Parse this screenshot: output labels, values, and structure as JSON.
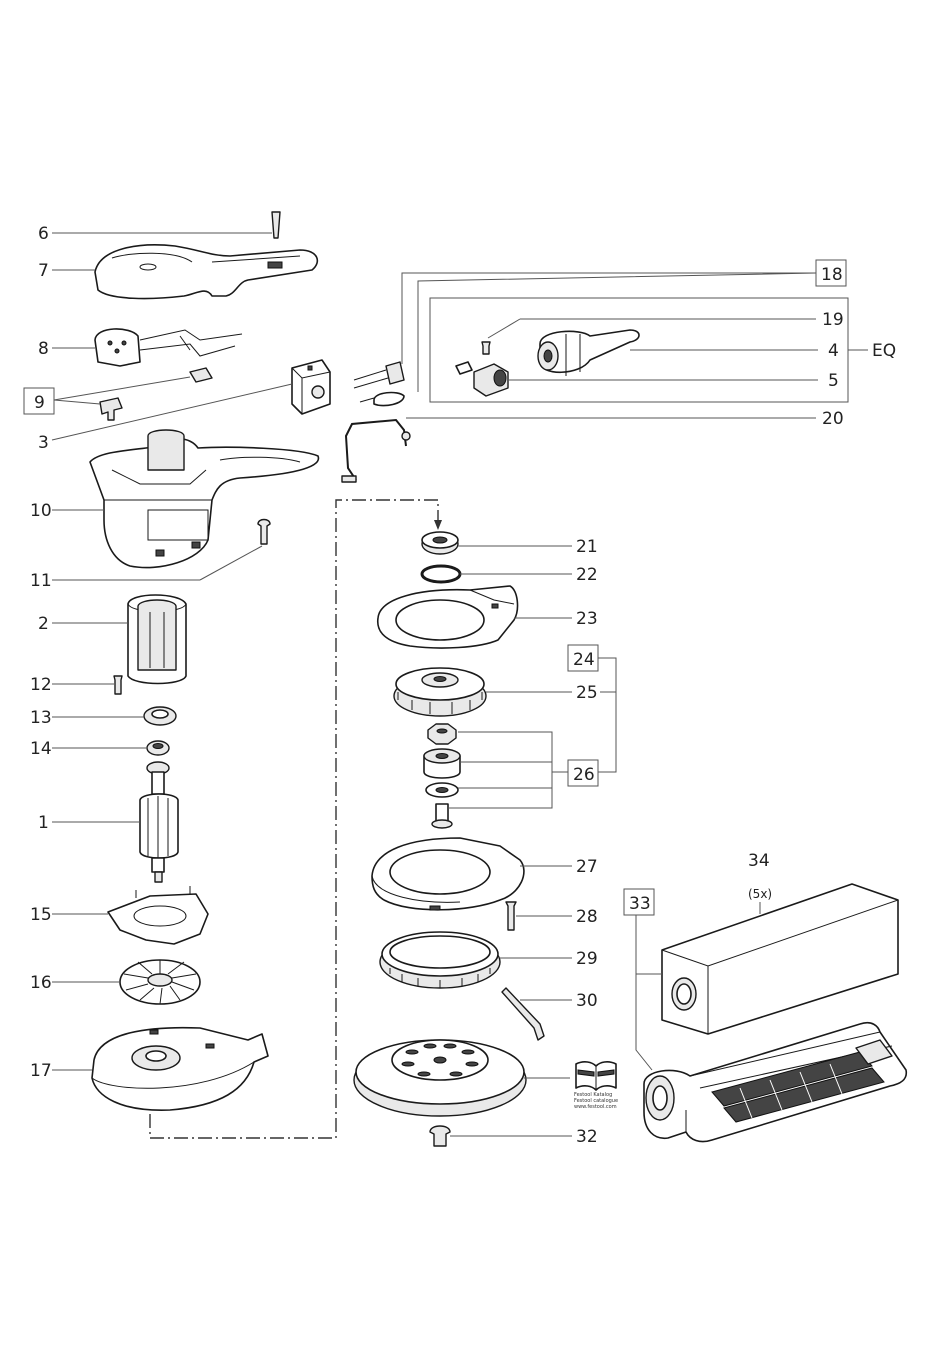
{
  "diagram": {
    "parts": {
      "p1": "1",
      "p2": "2",
      "p3": "3",
      "p4": "4",
      "p5": "5",
      "p6": "6",
      "p7": "7",
      "p8": "8",
      "p9": "9",
      "p10": "10",
      "p11": "11",
      "p12": "12",
      "p13": "13",
      "p14": "14",
      "p15": "15",
      "p16": "16",
      "p17": "17",
      "p18": "18",
      "p19": "19",
      "p20": "20",
      "p21": "21",
      "p22": "22",
      "p23": "23",
      "p24": "24",
      "p25": "25",
      "p26": "26",
      "p27": "27",
      "p28": "28",
      "p29": "29",
      "p30": "30",
      "p32": "32",
      "p33": "33",
      "p34": "34"
    },
    "kit_label": "EQ",
    "quantity_note": "(5x)",
    "manual_caption": "Festool Katalog\nFestool catalogue\nwww.festool.com",
    "manual_caption_lines": [
      "Festool Katalog",
      "Festool catalogue",
      "www.festool.com"
    ]
  },
  "colors": {
    "ink": "#1a1a1a",
    "leader": "#555555",
    "fill_light": "#e9e9e9"
  },
  "icons": {
    "manual": "open-book-icon"
  }
}
